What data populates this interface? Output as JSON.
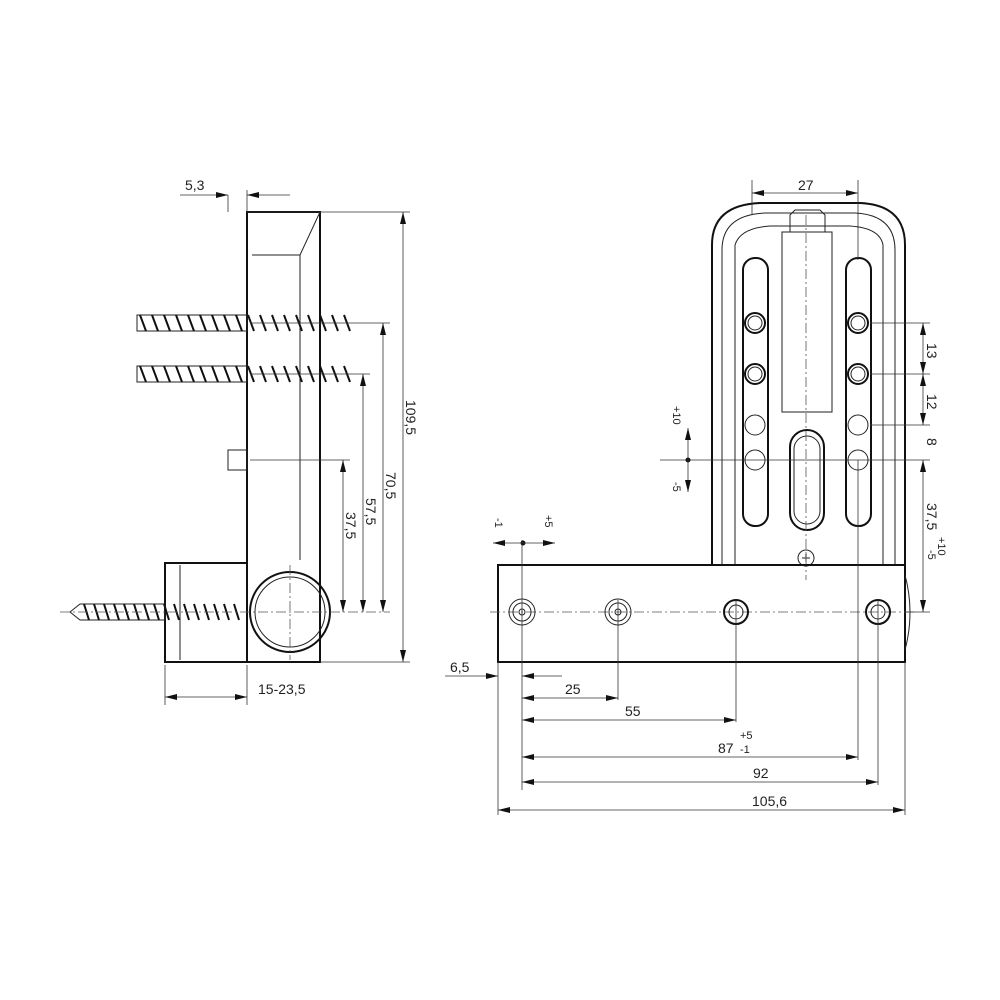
{
  "side_view": {
    "dim_offset": "5,3",
    "dim_total_height": "109,5",
    "dim_upper_screw": "70,5",
    "dim_lower_screw": "57,5",
    "dim_pin": "37,5",
    "dim_depth": "15-23,5"
  },
  "front_view": {
    "dim_width_top": "27",
    "dim_13": "13",
    "dim_12": "12",
    "dim_8": "8",
    "dim_375": "37,5",
    "dim_375_tol_plus": "+10",
    "dim_375_tol_minus": "-5",
    "adj_vertical_plus": "+10",
    "adj_vertical_minus": "-5",
    "adj_horizontal_minus": "-1",
    "adj_horizontal_plus": "+5",
    "dim_65": "6,5",
    "dim_25": "25",
    "dim_55": "55",
    "dim_87": "87",
    "dim_87_tol_plus": "+5",
    "dim_87_tol_minus": "-1",
    "dim_92": "92",
    "dim_1056": "105,6"
  }
}
